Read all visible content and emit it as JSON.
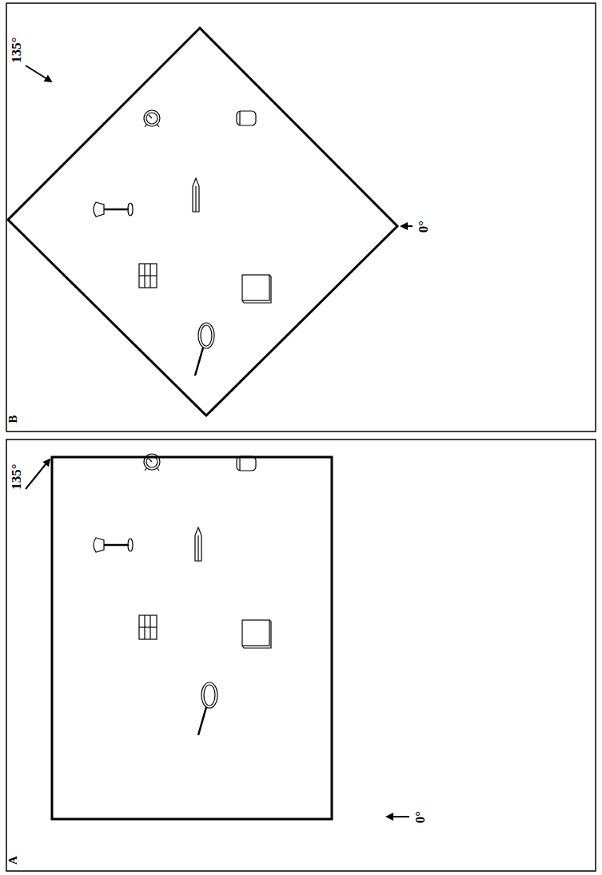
{
  "diagram": {
    "labels": [
      "135°",
      "0°",
      "B",
      "135°",
      "0°",
      "A"
    ]
  }
}
